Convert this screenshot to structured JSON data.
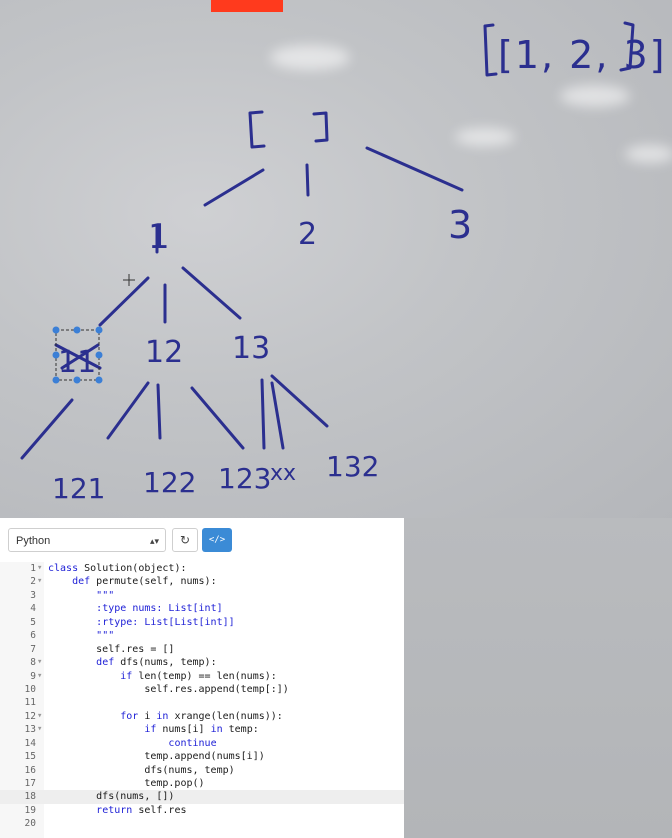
{
  "board": {
    "top_list": "[1, 2, 3]",
    "root": "[ ]",
    "level1": [
      "1",
      "2",
      "3"
    ],
    "level2": [
      "11",
      "12",
      "13"
    ],
    "level3": [
      "121",
      "122",
      "123",
      "xx",
      "132"
    ]
  },
  "editor": {
    "language": "Python",
    "reset_icon": "refresh-icon",
    "code_icon": "code-icon",
    "code_icon_glyph": "</>",
    "active_line": 18,
    "lines": [
      {
        "n": "1",
        "fold": "▾",
        "text": "class Solution(object):"
      },
      {
        "n": "2",
        "fold": "▾",
        "text": "    def permute(self, nums):"
      },
      {
        "n": "3",
        "fold": "",
        "text": "        \"\"\""
      },
      {
        "n": "4",
        "fold": "",
        "text": "        :type nums: List[int]"
      },
      {
        "n": "5",
        "fold": "",
        "text": "        :rtype: List[List[int]]"
      },
      {
        "n": "6",
        "fold": "",
        "text": "        \"\"\""
      },
      {
        "n": "7",
        "fold": "",
        "text": "        self.res = []"
      },
      {
        "n": "8",
        "fold": "▾",
        "text": "        def dfs(nums, temp):"
      },
      {
        "n": "9",
        "fold": "▾",
        "text": "            if len(temp) == len(nums):"
      },
      {
        "n": "10",
        "fold": "",
        "text": "                self.res.append(temp[:])"
      },
      {
        "n": "11",
        "fold": "",
        "text": ""
      },
      {
        "n": "12",
        "fold": "▾",
        "text": "            for i in xrange(len(nums)):"
      },
      {
        "n": "13",
        "fold": "▾",
        "text": "                if nums[i] in temp:"
      },
      {
        "n": "14",
        "fold": "",
        "text": "                    continue"
      },
      {
        "n": "15",
        "fold": "",
        "text": "                temp.append(nums[i])"
      },
      {
        "n": "16",
        "fold": "",
        "text": "                dfs(nums, temp)"
      },
      {
        "n": "17",
        "fold": "",
        "text": "                temp.pop()"
      },
      {
        "n": "18",
        "fold": "",
        "text": "        dfs(nums, [])"
      },
      {
        "n": "19",
        "fold": "",
        "text": "        return self.res"
      },
      {
        "n": "20",
        "fold": "",
        "text": ""
      }
    ]
  },
  "colors": {
    "keyword": "#1d1fd6",
    "marker": "#2b2f8f",
    "selection": "#3b7fd6",
    "button_active": "#3b8bd6"
  }
}
